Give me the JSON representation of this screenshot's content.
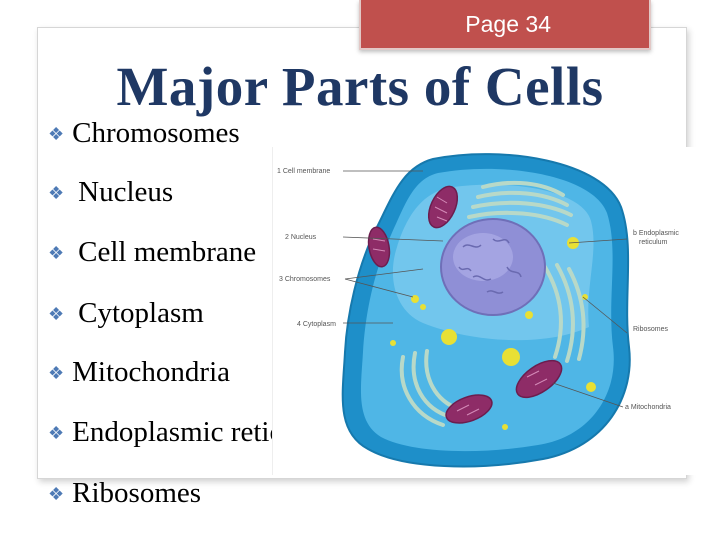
{
  "header": {
    "page_label": "Page 34"
  },
  "title": "Major Parts of Cells",
  "bullets": [
    {
      "text": "Chromosomes"
    },
    {
      "text": "Nucleus"
    },
    {
      "text": "Cell membrane"
    },
    {
      "text": "Cytoplasm"
    },
    {
      "text": "Mitochondria"
    },
    {
      "text": "Endoplasmic reticulum"
    },
    {
      "text": "Ribosomes"
    }
  ],
  "figure": {
    "labels": {
      "cell_membrane": "1 Cell membrane",
      "nucleus": "2 Nucleus",
      "chromosomes": "3 Chromosomes",
      "cytoplasm": "4 Cytoplasm",
      "er_line1": "b Endoplasmic",
      "er_line2": "reticulum",
      "ribosomes": "Ribosomes",
      "mitochondria": "a Mitochondria"
    },
    "colors": {
      "cell_outer": "#1e8fc9",
      "cell_inner": "#4fb6e6",
      "nucleus": "#8f8fd6",
      "mitochondria": "#8e2c67",
      "er": "#b8d9c8",
      "ribosome": "#e8e035"
    }
  },
  "colors": {
    "accent": "#c0504d",
    "title": "#1f3864",
    "bullet": "#4e7ab5"
  },
  "icons": {
    "bullet": "diamond-bullet-icon"
  }
}
